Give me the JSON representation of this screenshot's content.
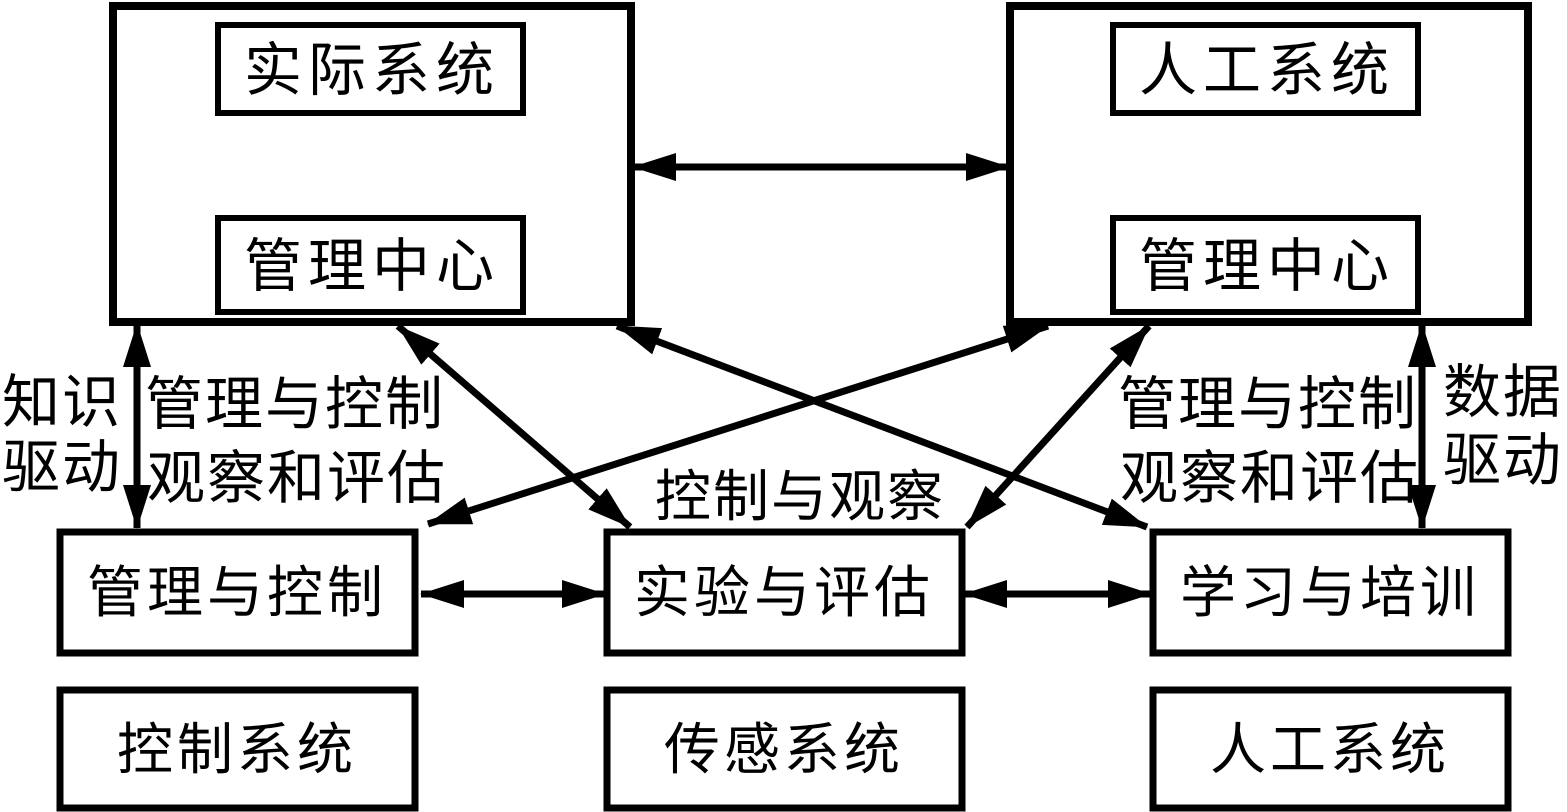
{
  "diagram": {
    "title_implicit": "parallel-systems-acp-framework",
    "colors": {
      "background": "#ffffff",
      "line": "#000000",
      "text": "#000000"
    },
    "top_left_group": {
      "top_box": "实际系统",
      "bottom_box": "管理中心"
    },
    "top_right_group": {
      "top_box": "人工系统",
      "bottom_box": "管理中心"
    },
    "middle_row": [
      "管理与控制",
      "实验与评估",
      "学习与培训"
    ],
    "bottom_row": [
      "控制系统",
      "传感系统",
      "人工系统"
    ],
    "side_labels": {
      "knowledge_driven": [
        "知识",
        "驱动"
      ],
      "data_driven": [
        "数据",
        "驱动"
      ],
      "left_pair": [
        "管理与控制",
        "观察和评估"
      ],
      "right_pair": [
        "管理与控制",
        "观察和评估"
      ],
      "center": "控制与观察"
    }
  }
}
